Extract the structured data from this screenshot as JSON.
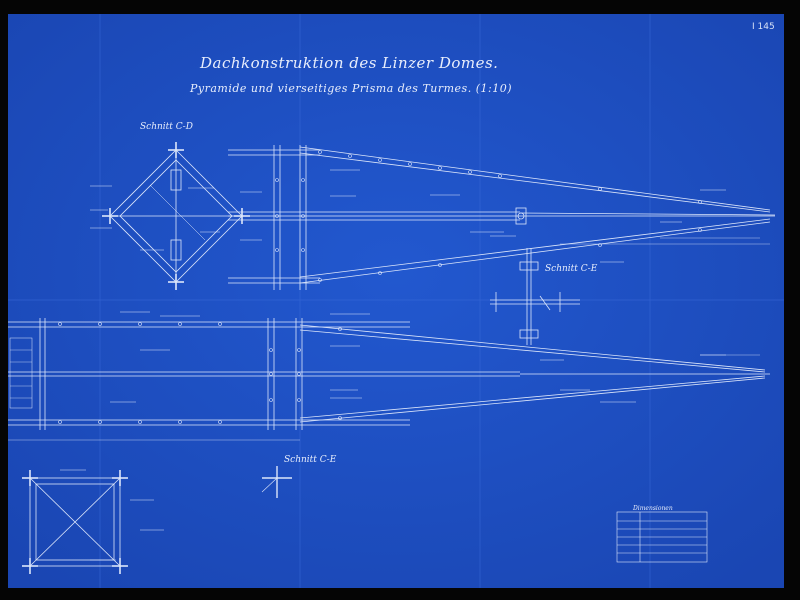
{
  "drawing": {
    "title": "Dachkonstruktion des Linzer Domes.",
    "subtitle": "Pyramide und vierseitiges Prisma des Turmes. (1:10)",
    "sheet_number": "I 145",
    "section_labels": [
      "Schnitt C-D",
      "Schnitt C-E",
      "Schnitt C-E"
    ],
    "legend_title": "Dimensionen"
  },
  "colors": {
    "background": "#050505",
    "paper": "#1c4fc4",
    "line": "#dce6fb"
  }
}
